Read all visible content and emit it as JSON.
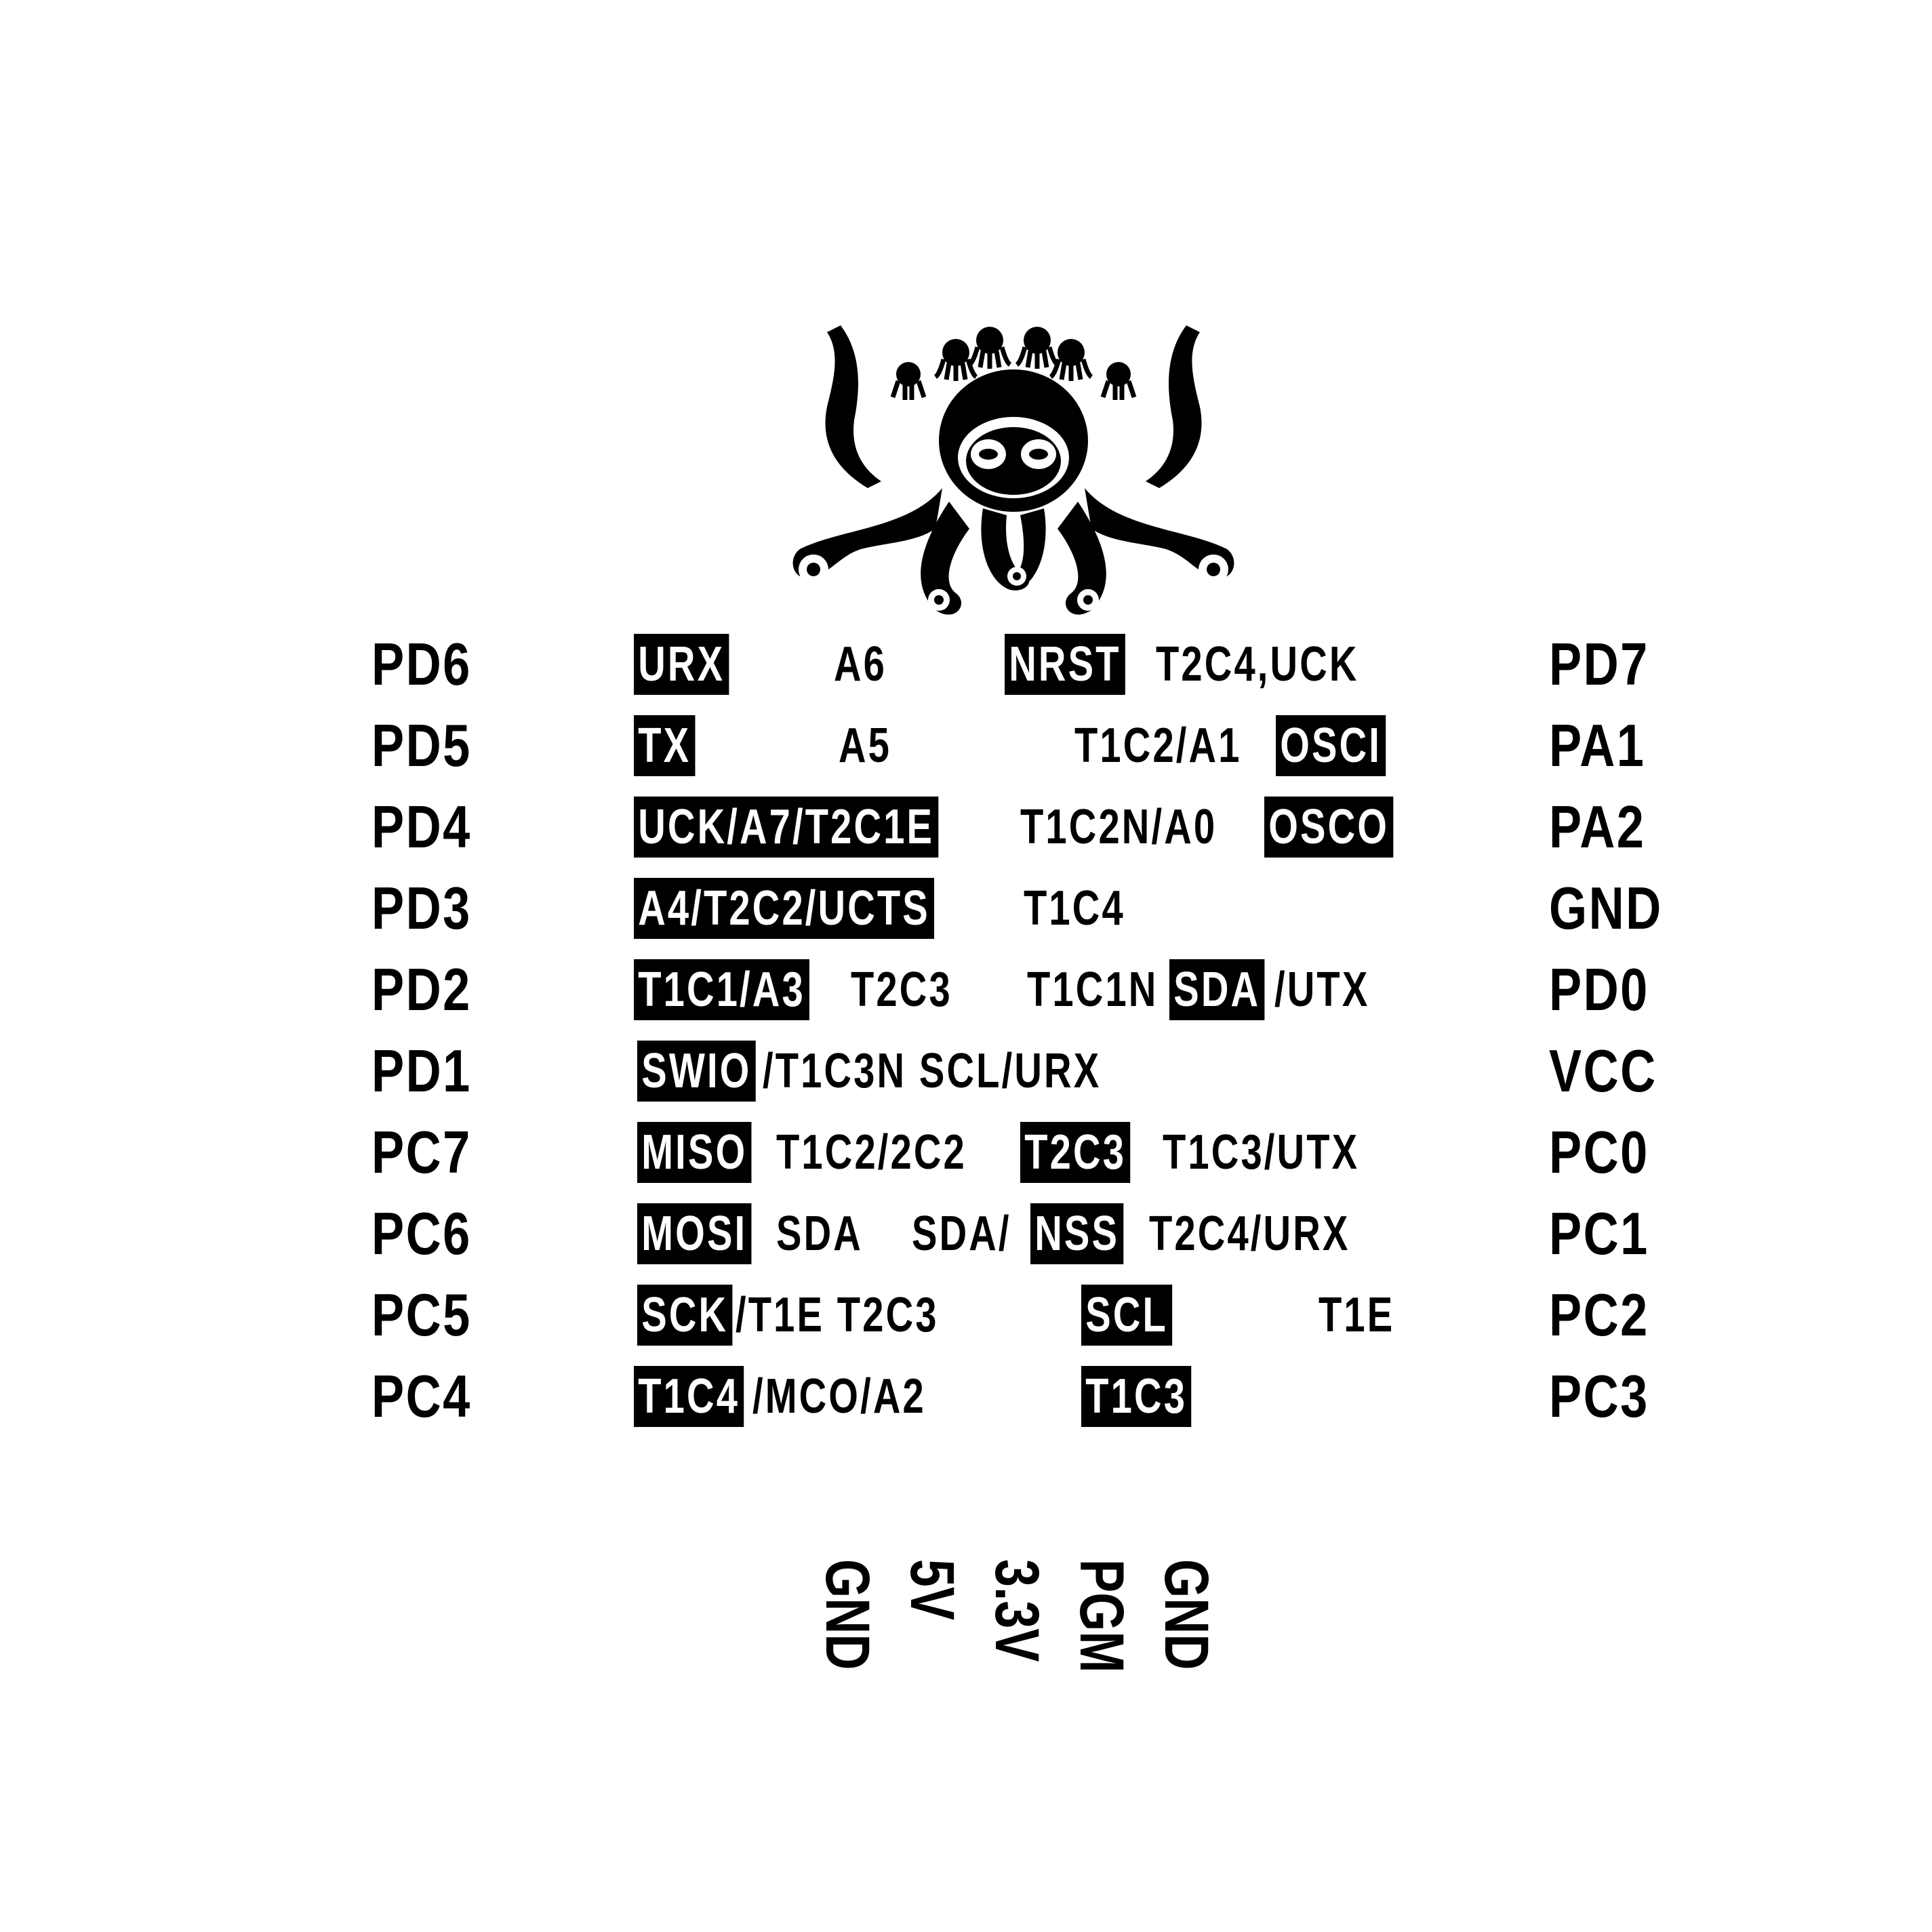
{
  "left_pins": [
    "PD6",
    "PD5",
    "PD4",
    "PD3",
    "PD2",
    "PD1",
    "PC7",
    "PC6",
    "PC5",
    "PC4"
  ],
  "right_pins": [
    "PD7",
    "PA1",
    "PA2",
    "GND",
    "PD0",
    "VCC",
    "PC0",
    "PC1",
    "PC2",
    "PC3"
  ],
  "functions": {
    "row1": [
      "URX",
      "A6",
      "NRST",
      "T2C4,UCK"
    ],
    "row2": [
      "TX",
      "A5",
      "T1C2/A1",
      "OSCI"
    ],
    "row3": [
      "UCK/A7/T2C1E",
      "T1C2N/A0",
      "OSCO"
    ],
    "row4": [
      "A4/T2C2/UCTS",
      "T1C4"
    ],
    "row5": [
      "T1C1/A3",
      "T2C3",
      "T1C1N",
      "SDA",
      "/UTX"
    ],
    "row6": [
      "SWIO",
      "/T1C3N SCL/URX"
    ],
    "row7": [
      "MISO",
      "T1C2/2C2",
      "T2C3",
      "T1C3/UTX"
    ],
    "row8": [
      "MOSI",
      "SDA",
      "SDA/",
      "NSS",
      "T2C4/URX"
    ],
    "row9": [
      "SCK",
      "/T1E T2C3",
      "SCL",
      "T1E"
    ],
    "row10": [
      "T1C4",
      "/MCO/A2",
      "T1C3"
    ]
  },
  "bottom_labels": [
    "GND",
    "5V",
    "3.3V",
    "PGM",
    "GND"
  ],
  "colors": {
    "ink": "#000000",
    "background": "#ffffff"
  },
  "logo": {
    "icon": "octopus-logo-icon"
  }
}
